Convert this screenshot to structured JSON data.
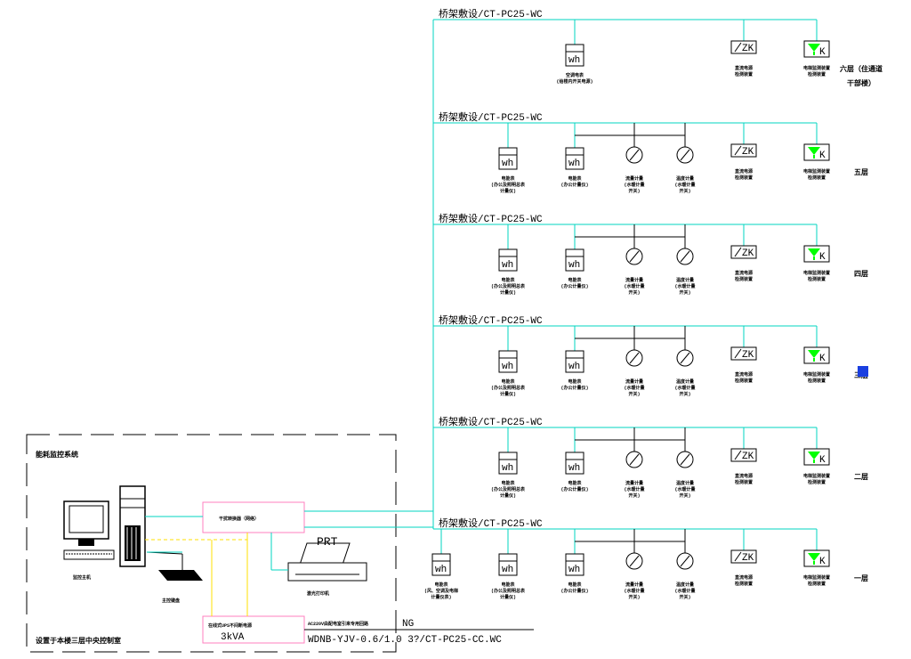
{
  "feeder_label": "桥架敷设/CT-PC25-WC",
  "cable_label": "CT-PC25-WC",
  "floors": [
    {
      "label": "六层（住通道\n干部楼）",
      "devices": [
        "wh",
        "ZK",
        "alarm"
      ],
      "wh_captions": [
        "空调电表\n(给楼内开关电源)"
      ]
    },
    {
      "label": "五层",
      "devices": [
        "wh",
        "wh",
        "gauge",
        "gauge",
        "ZK",
        "alarm"
      ],
      "wh_captions": [
        "电能表\n(办公及照明总表\n计量仪)",
        "电能表\n(办公计量仪)"
      ]
    },
    {
      "label": "四层",
      "devices": [
        "wh",
        "wh",
        "gauge",
        "gauge",
        "ZK",
        "alarm"
      ],
      "wh_captions": [
        "电能表\n(办公及照明总表\n计量仪)",
        "电能表\n(办公计量仪)"
      ]
    },
    {
      "label": "三层",
      "devices": [
        "wh",
        "wh",
        "gauge",
        "gauge",
        "ZK",
        "alarm"
      ],
      "wh_captions": [
        "电能表\n(办公及照明总表\n计量仪)",
        "电能表\n(办公计量仪)"
      ]
    },
    {
      "label": "二层",
      "devices": [
        "wh",
        "wh",
        "gauge",
        "gauge",
        "ZK",
        "alarm"
      ],
      "wh_captions": [
        "电能表\n(办公及照明总表\n计量仪)",
        "电能表\n(办公计量仪)"
      ]
    },
    {
      "label": "一层",
      "devices": [
        "wh",
        "wh",
        "wh",
        "gauge",
        "gauge",
        "ZK",
        "alarm"
      ],
      "wh_captions": [
        "电能表\n(风、空调及电梯\n计量仪表)",
        "电能表\n(办公及照明总表\n计量仪)",
        "电能表\n(办公计量仪)"
      ]
    }
  ],
  "device_texts": {
    "wh": "wh",
    "zk": "ZK",
    "gauge_caption": "流量计量\n(水暖计量\n开关)",
    "gauge2_caption": "温度计量\n(水暖计量\n开关)",
    "zk_caption": "直流电源\n检测装置",
    "alarm_caption": "电梯监测装置\n检测装置"
  },
  "control_room": {
    "system_title": "能耗监控系统",
    "room_label": "设置于本楼三层中央控制室",
    "computer_label": "监控主机",
    "keyboard_label": "主控键盘",
    "converter_label": "干扰转换器（网络）",
    "printer_text": "PRT",
    "printer_label": "激光打印机",
    "ups_label": "在线式UPS不间断电源",
    "ups_capacity": "3kVA",
    "power_label": "AC220V由配电室引来专用回路",
    "power_suffix": "NG",
    "cable_spec": "WDNB-YJV-0.6/1.0  3?/CT-PC25-CC.WC"
  },
  "colors": {
    "bus": "#00d6c0",
    "yellow": "#ffe000",
    "pink": "#ff7fbf",
    "green": "#00ff00",
    "marker": "#1a3fe0"
  }
}
